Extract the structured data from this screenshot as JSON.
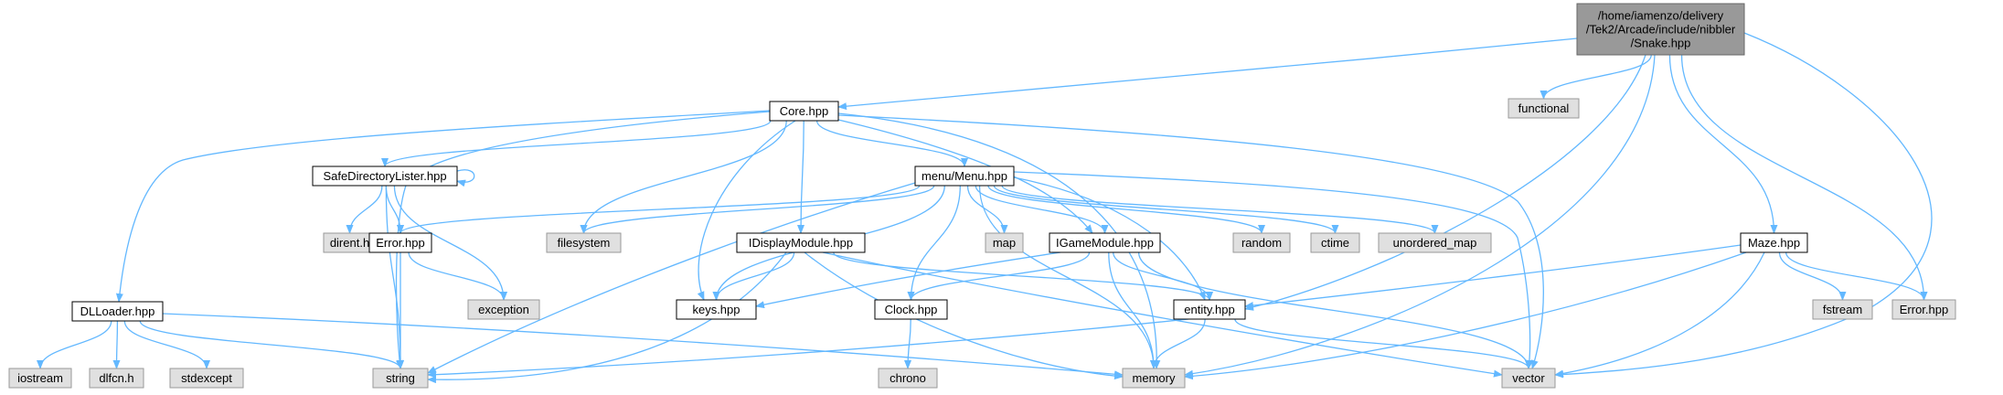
{
  "colors": {
    "edge": "#63b8ff",
    "root_fill": "#999999",
    "root_stroke": "#666666",
    "documented_fill": "#ffffff",
    "documented_stroke": "#000000",
    "external_fill": "#e0e0e0",
    "external_stroke": "#999999"
  },
  "nodes": [
    {
      "id": "root",
      "kind": "root",
      "lines": [
        "/home/iamenzo/delivery",
        "/Tek2/Arcade/include/nibbler",
        "/Snake.hpp"
      ]
    },
    {
      "id": "core",
      "kind": "documented",
      "lines": [
        "Core.hpp"
      ]
    },
    {
      "id": "functional",
      "kind": "external",
      "lines": [
        "functional"
      ]
    },
    {
      "id": "safedir",
      "kind": "documented",
      "lines": [
        "SafeDirectoryLister.hpp"
      ]
    },
    {
      "id": "menu",
      "kind": "documented",
      "lines": [
        "menu/Menu.hpp"
      ]
    },
    {
      "id": "dirent",
      "kind": "external",
      "lines": [
        "dirent.h"
      ]
    },
    {
      "id": "error1",
      "kind": "documented",
      "lines": [
        "Error.hpp"
      ]
    },
    {
      "id": "filesystem",
      "kind": "external",
      "lines": [
        "filesystem"
      ]
    },
    {
      "id": "idisplay",
      "kind": "documented",
      "lines": [
        "IDisplayModule.hpp"
      ]
    },
    {
      "id": "map",
      "kind": "external",
      "lines": [
        "map"
      ]
    },
    {
      "id": "igame",
      "kind": "documented",
      "lines": [
        "IGameModule.hpp"
      ]
    },
    {
      "id": "random",
      "kind": "external",
      "lines": [
        "random"
      ]
    },
    {
      "id": "ctime",
      "kind": "external",
      "lines": [
        "ctime"
      ]
    },
    {
      "id": "umap",
      "kind": "external",
      "lines": [
        "unordered_map"
      ]
    },
    {
      "id": "maze",
      "kind": "documented",
      "lines": [
        "Maze.hpp"
      ]
    },
    {
      "id": "dlloader",
      "kind": "documented",
      "lines": [
        "DLLoader.hpp"
      ]
    },
    {
      "id": "exception",
      "kind": "external",
      "lines": [
        "exception"
      ]
    },
    {
      "id": "keys",
      "kind": "documented",
      "lines": [
        "keys.hpp"
      ]
    },
    {
      "id": "clock",
      "kind": "documented",
      "lines": [
        "Clock.hpp"
      ]
    },
    {
      "id": "entity",
      "kind": "documented",
      "lines": [
        "entity.hpp"
      ]
    },
    {
      "id": "fstream",
      "kind": "external",
      "lines": [
        "fstream"
      ]
    },
    {
      "id": "error2",
      "kind": "external",
      "lines": [
        "Error.hpp"
      ]
    },
    {
      "id": "iostream",
      "kind": "external",
      "lines": [
        "iostream"
      ]
    },
    {
      "id": "dlfcn",
      "kind": "external",
      "lines": [
        "dlfcn.h"
      ]
    },
    {
      "id": "stdexcept",
      "kind": "external",
      "lines": [
        "stdexcept"
      ]
    },
    {
      "id": "string",
      "kind": "external",
      "lines": [
        "string"
      ]
    },
    {
      "id": "chrono",
      "kind": "external",
      "lines": [
        "chrono"
      ]
    },
    {
      "id": "memory",
      "kind": "external",
      "lines": [
        "memory"
      ]
    },
    {
      "id": "vector",
      "kind": "external",
      "lines": [
        "vector"
      ]
    }
  ],
  "edges": [
    {
      "from": "root",
      "to": "core"
    },
    {
      "from": "root",
      "to": "functional"
    },
    {
      "from": "root",
      "to": "maze"
    },
    {
      "from": "root",
      "to": "error2"
    },
    {
      "from": "root",
      "to": "entity"
    },
    {
      "from": "root",
      "to": "memory"
    },
    {
      "from": "root",
      "to": "vector"
    },
    {
      "from": "core",
      "to": "dlloader"
    },
    {
      "from": "core",
      "to": "safedir"
    },
    {
      "from": "core",
      "to": "menu"
    },
    {
      "from": "core",
      "to": "filesystem"
    },
    {
      "from": "core",
      "to": "idisplay"
    },
    {
      "from": "core",
      "to": "igame"
    },
    {
      "from": "core",
      "to": "keys"
    },
    {
      "from": "core",
      "to": "string"
    },
    {
      "from": "core",
      "to": "memory"
    },
    {
      "from": "core",
      "to": "vector"
    },
    {
      "from": "safedir",
      "to": "safedir"
    },
    {
      "from": "safedir",
      "to": "dirent"
    },
    {
      "from": "safedir",
      "to": "error1"
    },
    {
      "from": "safedir",
      "to": "exception"
    },
    {
      "from": "safedir",
      "to": "string"
    },
    {
      "from": "menu",
      "to": "error1"
    },
    {
      "from": "menu",
      "to": "filesystem"
    },
    {
      "from": "menu",
      "to": "map"
    },
    {
      "from": "menu",
      "to": "igame"
    },
    {
      "from": "menu",
      "to": "random"
    },
    {
      "from": "menu",
      "to": "ctime"
    },
    {
      "from": "menu",
      "to": "umap"
    },
    {
      "from": "menu",
      "to": "keys"
    },
    {
      "from": "menu",
      "to": "clock"
    },
    {
      "from": "menu",
      "to": "entity"
    },
    {
      "from": "menu",
      "to": "string"
    },
    {
      "from": "menu",
      "to": "memory"
    },
    {
      "from": "menu",
      "to": "vector"
    },
    {
      "from": "error1",
      "to": "exception"
    },
    {
      "from": "error1",
      "to": "string"
    },
    {
      "from": "idisplay",
      "to": "keys"
    },
    {
      "from": "idisplay",
      "to": "entity"
    },
    {
      "from": "idisplay",
      "to": "string"
    },
    {
      "from": "idisplay",
      "to": "memory"
    },
    {
      "from": "idisplay",
      "to": "vector"
    },
    {
      "from": "igame",
      "to": "keys"
    },
    {
      "from": "igame",
      "to": "clock"
    },
    {
      "from": "igame",
      "to": "entity"
    },
    {
      "from": "igame",
      "to": "memory"
    },
    {
      "from": "igame",
      "to": "vector"
    },
    {
      "from": "clock",
      "to": "chrono"
    },
    {
      "from": "entity",
      "to": "string"
    },
    {
      "from": "entity",
      "to": "memory"
    },
    {
      "from": "entity",
      "to": "vector"
    },
    {
      "from": "maze",
      "to": "entity"
    },
    {
      "from": "maze",
      "to": "fstream"
    },
    {
      "from": "maze",
      "to": "error2"
    },
    {
      "from": "maze",
      "to": "memory"
    },
    {
      "from": "maze",
      "to": "vector"
    },
    {
      "from": "dlloader",
      "to": "iostream"
    },
    {
      "from": "dlloader",
      "to": "dlfcn"
    },
    {
      "from": "dlloader",
      "to": "stdexcept"
    },
    {
      "from": "dlloader",
      "to": "string"
    },
    {
      "from": "dlloader",
      "to": "memory"
    }
  ]
}
